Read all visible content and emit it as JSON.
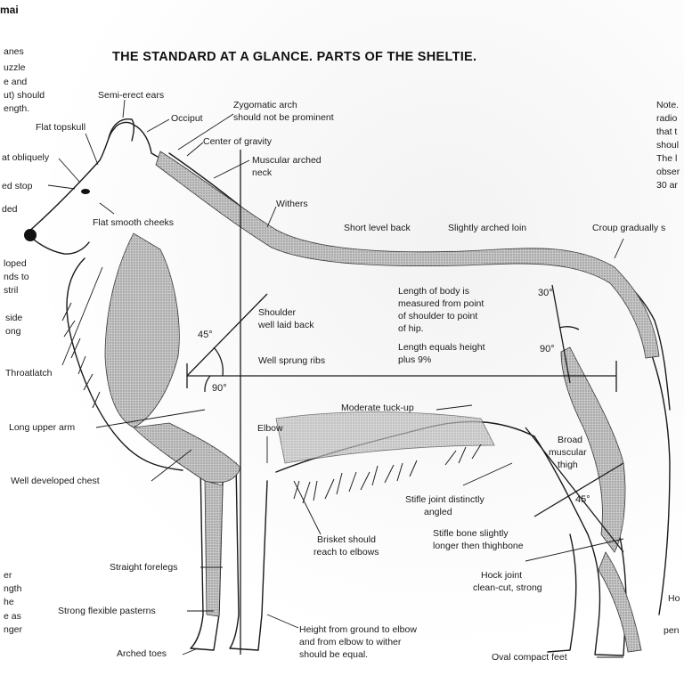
{
  "corner_text": "mai",
  "title": "THE STANDARD AT A GLANCE. PARTS OF THE SHELTIE.",
  "labels": {
    "semi_erect_ears": "Semi-erect ears",
    "zygomatic_1": "Zygomatic arch",
    "zygomatic_2": "should not be prominent",
    "occiput": "Occiput",
    "flat_topskull": "Flat topskull",
    "center_of_gravity": "Center of gravity",
    "muscular_neck_1": "Muscular arched",
    "muscular_neck_2": "neck",
    "withers": "Withers",
    "flat_cheeks": "Flat smooth cheeks",
    "short_back": "Short level back",
    "arched_loin": "Slightly arched loin",
    "croup": "Croup gradually s",
    "body_length_1": "Length of body is",
    "body_length_2": "measured from point",
    "body_length_3": "of shoulder to point",
    "body_length_4": "of hip.",
    "length_height_1": "Length equals height",
    "length_height_2": "plus 9%",
    "shoulder_1": "Shoulder",
    "shoulder_2": "well laid back",
    "ribs": "Well sprung ribs",
    "throatlatch": "Throatlatch",
    "tuck_up": "Moderate tuck-up",
    "upper_arm": "Long upper arm",
    "elbow": "Elbow",
    "broad_thigh_1": "Broad",
    "broad_thigh_2": "muscular",
    "broad_thigh_3": "thigh",
    "chest": "Well developed chest",
    "stifle_1": "Stifle joint distinctly",
    "stifle_2": "angled",
    "stifle_bone_1": "Stifle bone slightly",
    "stifle_bone_2": "longer then thighbone",
    "brisket_1": "Brisket should",
    "brisket_2": "reach to elbows",
    "forelegs": "Straight forelegs",
    "hock_1": "Hock joint",
    "hock_2": "clean-cut, strong",
    "pasterns": "Strong flexible pasterns",
    "height_1": "Height from ground to elbow",
    "height_2": "and from elbow to wither",
    "height_3": "should be equal.",
    "arched_toes": "Arched toes",
    "oval_feet": "Oval compact feet"
  },
  "angles": {
    "shoulder_upper": "45°",
    "shoulder_lower": "90°",
    "hip_upper": "30°",
    "hip_lower": "90°",
    "stifle": "45°"
  },
  "cut_left": {
    "l1": "anes",
    "l2": "uzzle",
    "l3": "e and",
    "l4": "ut) should",
    "l5": "ength.",
    "l6": "at obliquely",
    "l7": "ed stop",
    "l8": "ded",
    "l9": "loped",
    "l10": "nds to",
    "l11": "stril",
    "l12": "side",
    "l13": "ong",
    "l14": "er",
    "l15": "ngth",
    "l16": "he",
    "l17": "e as",
    "l18": "nger"
  },
  "cut_right": {
    "r1": "Note.",
    "r2": "radio",
    "r3": "that t",
    "r4": "shoul",
    "r5": "The l",
    "r6": "obser",
    "r7": "30 ar",
    "r8": "Ho",
    "r9": "pen"
  },
  "colors": {
    "ink": "#1a1a1a",
    "shading": "#9a9a9a",
    "background": "#ffffff"
  }
}
